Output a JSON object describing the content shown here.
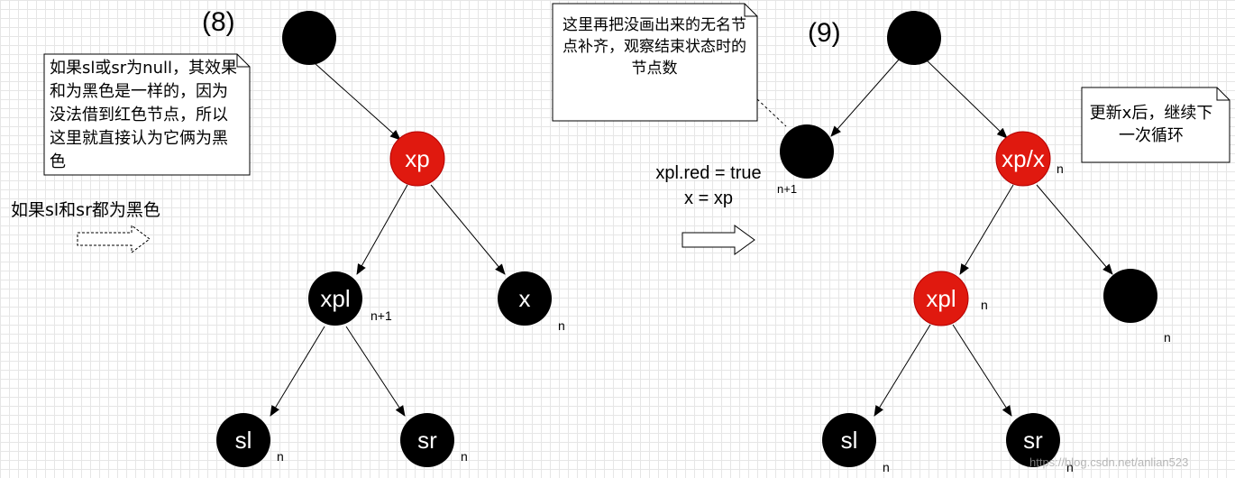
{
  "colors": {
    "black_node": "#000000",
    "red_node": "#e0190f",
    "node_border": "#b40000"
  },
  "left": {
    "step_label": "(8)",
    "note": "如果sl或sr为null，其效果和为黑色是一样的，因为没法借到红色节点，所以这里就直接认为它俩为黑色",
    "condition": "如果sl和sr都为黑色",
    "nodes": {
      "xp": "xp",
      "xpl": "xpl",
      "x": "x",
      "sl": "sl",
      "sr": "sr"
    },
    "counts": {
      "xpl": "n+1",
      "x": "n",
      "sl": "n",
      "sr": "n"
    }
  },
  "middle": {
    "operations": [
      "xpl.red = true",
      "x = xp"
    ],
    "note": "这里再把没画出来的无名节点补齐，观察结束状态时的节点数"
  },
  "right": {
    "step_label": "(9)",
    "note": "更新x后，继续下一次循环",
    "nodes": {
      "xpx": "xp/x",
      "xpl": "xpl",
      "sl": "sl",
      "sr": "sr"
    },
    "counts": {
      "unnamed_left": "n+1",
      "xpx": "n",
      "xpl": "n",
      "unnamed_right": "n",
      "sl": "n",
      "sr": "n"
    }
  },
  "watermark": "https://blog.csdn.net/anlian523"
}
